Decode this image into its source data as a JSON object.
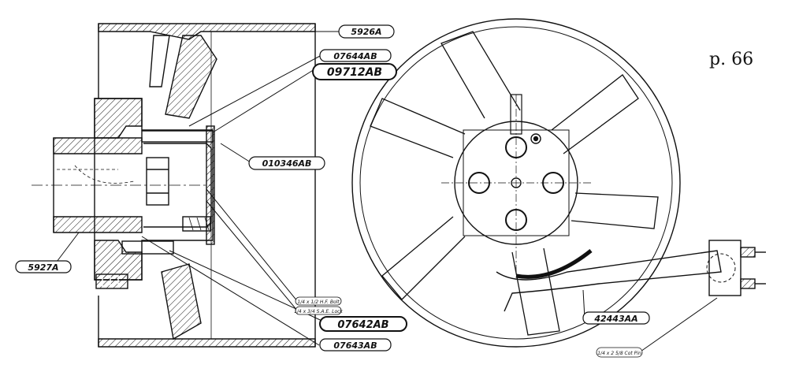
{
  "page_note": "p. 66",
  "labels": {
    "part_5926A": "5926A",
    "part_07644AB": "07644AB",
    "part_09712AB": "09712AB",
    "part_010346AB": "010346AB",
    "part_5927A": "5927A",
    "part_07642AB": "07642AB",
    "part_07643AB": "07643AB",
    "part_42443AA": "42443AA"
  },
  "small_notes": {
    "note_1": "1/4 x 1/2 H.F. Bolt",
    "note_2": "1/4 x 3/4 S.A.E. Lock",
    "note_3": "1/4 x 2 5/8 Cot Pin"
  },
  "colors": {
    "ink": "#111111",
    "paper": "#ffffff"
  }
}
